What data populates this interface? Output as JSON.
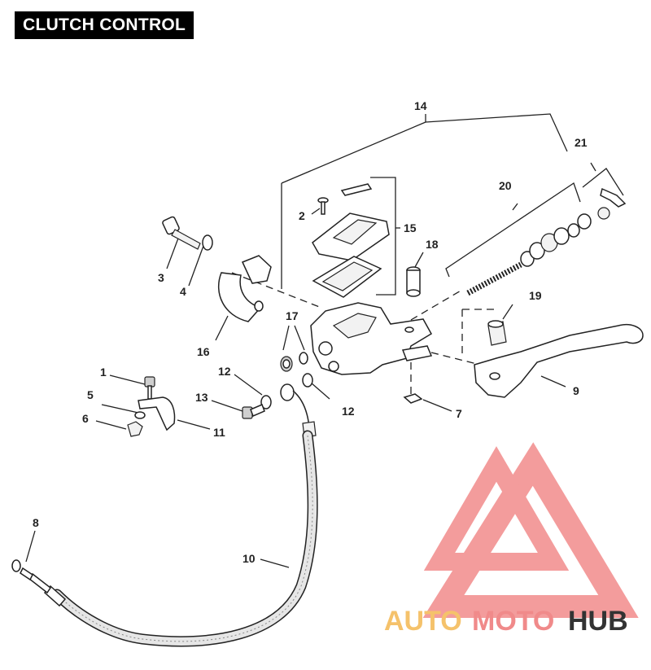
{
  "title": "CLUTCH CONTROL",
  "callouts": [
    "1",
    "2",
    "3",
    "4",
    "5",
    "6",
    "7",
    "8",
    "9",
    "10",
    "11",
    "12",
    "12",
    "13",
    "14",
    "15",
    "16",
    "17",
    "18",
    "19",
    "20",
    "21"
  ],
  "watermark": {
    "text_part1": "AUTO",
    "text_part2": "MOTO",
    "text_part3": "HUB",
    "color1": "#f5c26b",
    "color2": "#f08a8a",
    "color3": "#333333",
    "logo_color": "#f28b8b"
  }
}
